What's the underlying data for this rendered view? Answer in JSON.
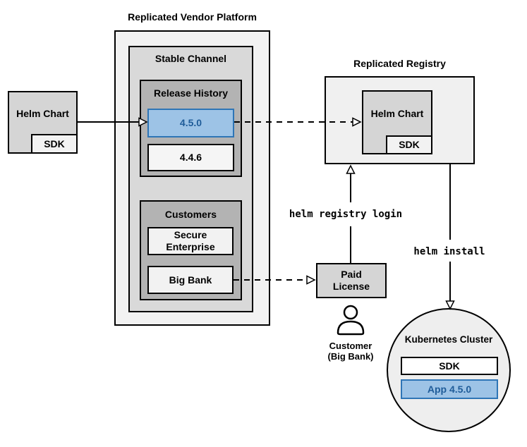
{
  "vendor": {
    "title": "Replicated Vendor Platform"
  },
  "stable": {
    "title": "Stable Channel"
  },
  "release_history": {
    "title": "Release History",
    "releases": [
      {
        "version": "4.5.0",
        "highlighted": true
      },
      {
        "version": "4.4.6",
        "highlighted": false
      }
    ]
  },
  "customers": {
    "title": "Customers",
    "items": [
      {
        "name": "Secure Enterprise"
      },
      {
        "name": "Big Bank"
      }
    ]
  },
  "helm_chart_source": {
    "label": "Helm Chart",
    "sdk_label": "SDK"
  },
  "registry": {
    "title": "Replicated Registry",
    "helm_chart_label": "Helm Chart",
    "sdk_label": "SDK"
  },
  "paid_license": {
    "label": "Paid License"
  },
  "customer_actor": {
    "line1": "Customer",
    "line2": "(Big Bank)"
  },
  "cluster": {
    "title": "Kubernetes Cluster",
    "sdk_label": "SDK",
    "app_label": "App 4.5.0"
  },
  "commands": {
    "registry_login": "helm registry login",
    "install": "helm install"
  },
  "colors": {
    "highlight_fill": "#9dc3e6",
    "highlight_border": "#2e75b6",
    "highlight_text": "#1f5c99",
    "container_light": "#f2f2f2",
    "container_medium": "#d9d9d9",
    "container_dark": "#b3b3b3"
  }
}
